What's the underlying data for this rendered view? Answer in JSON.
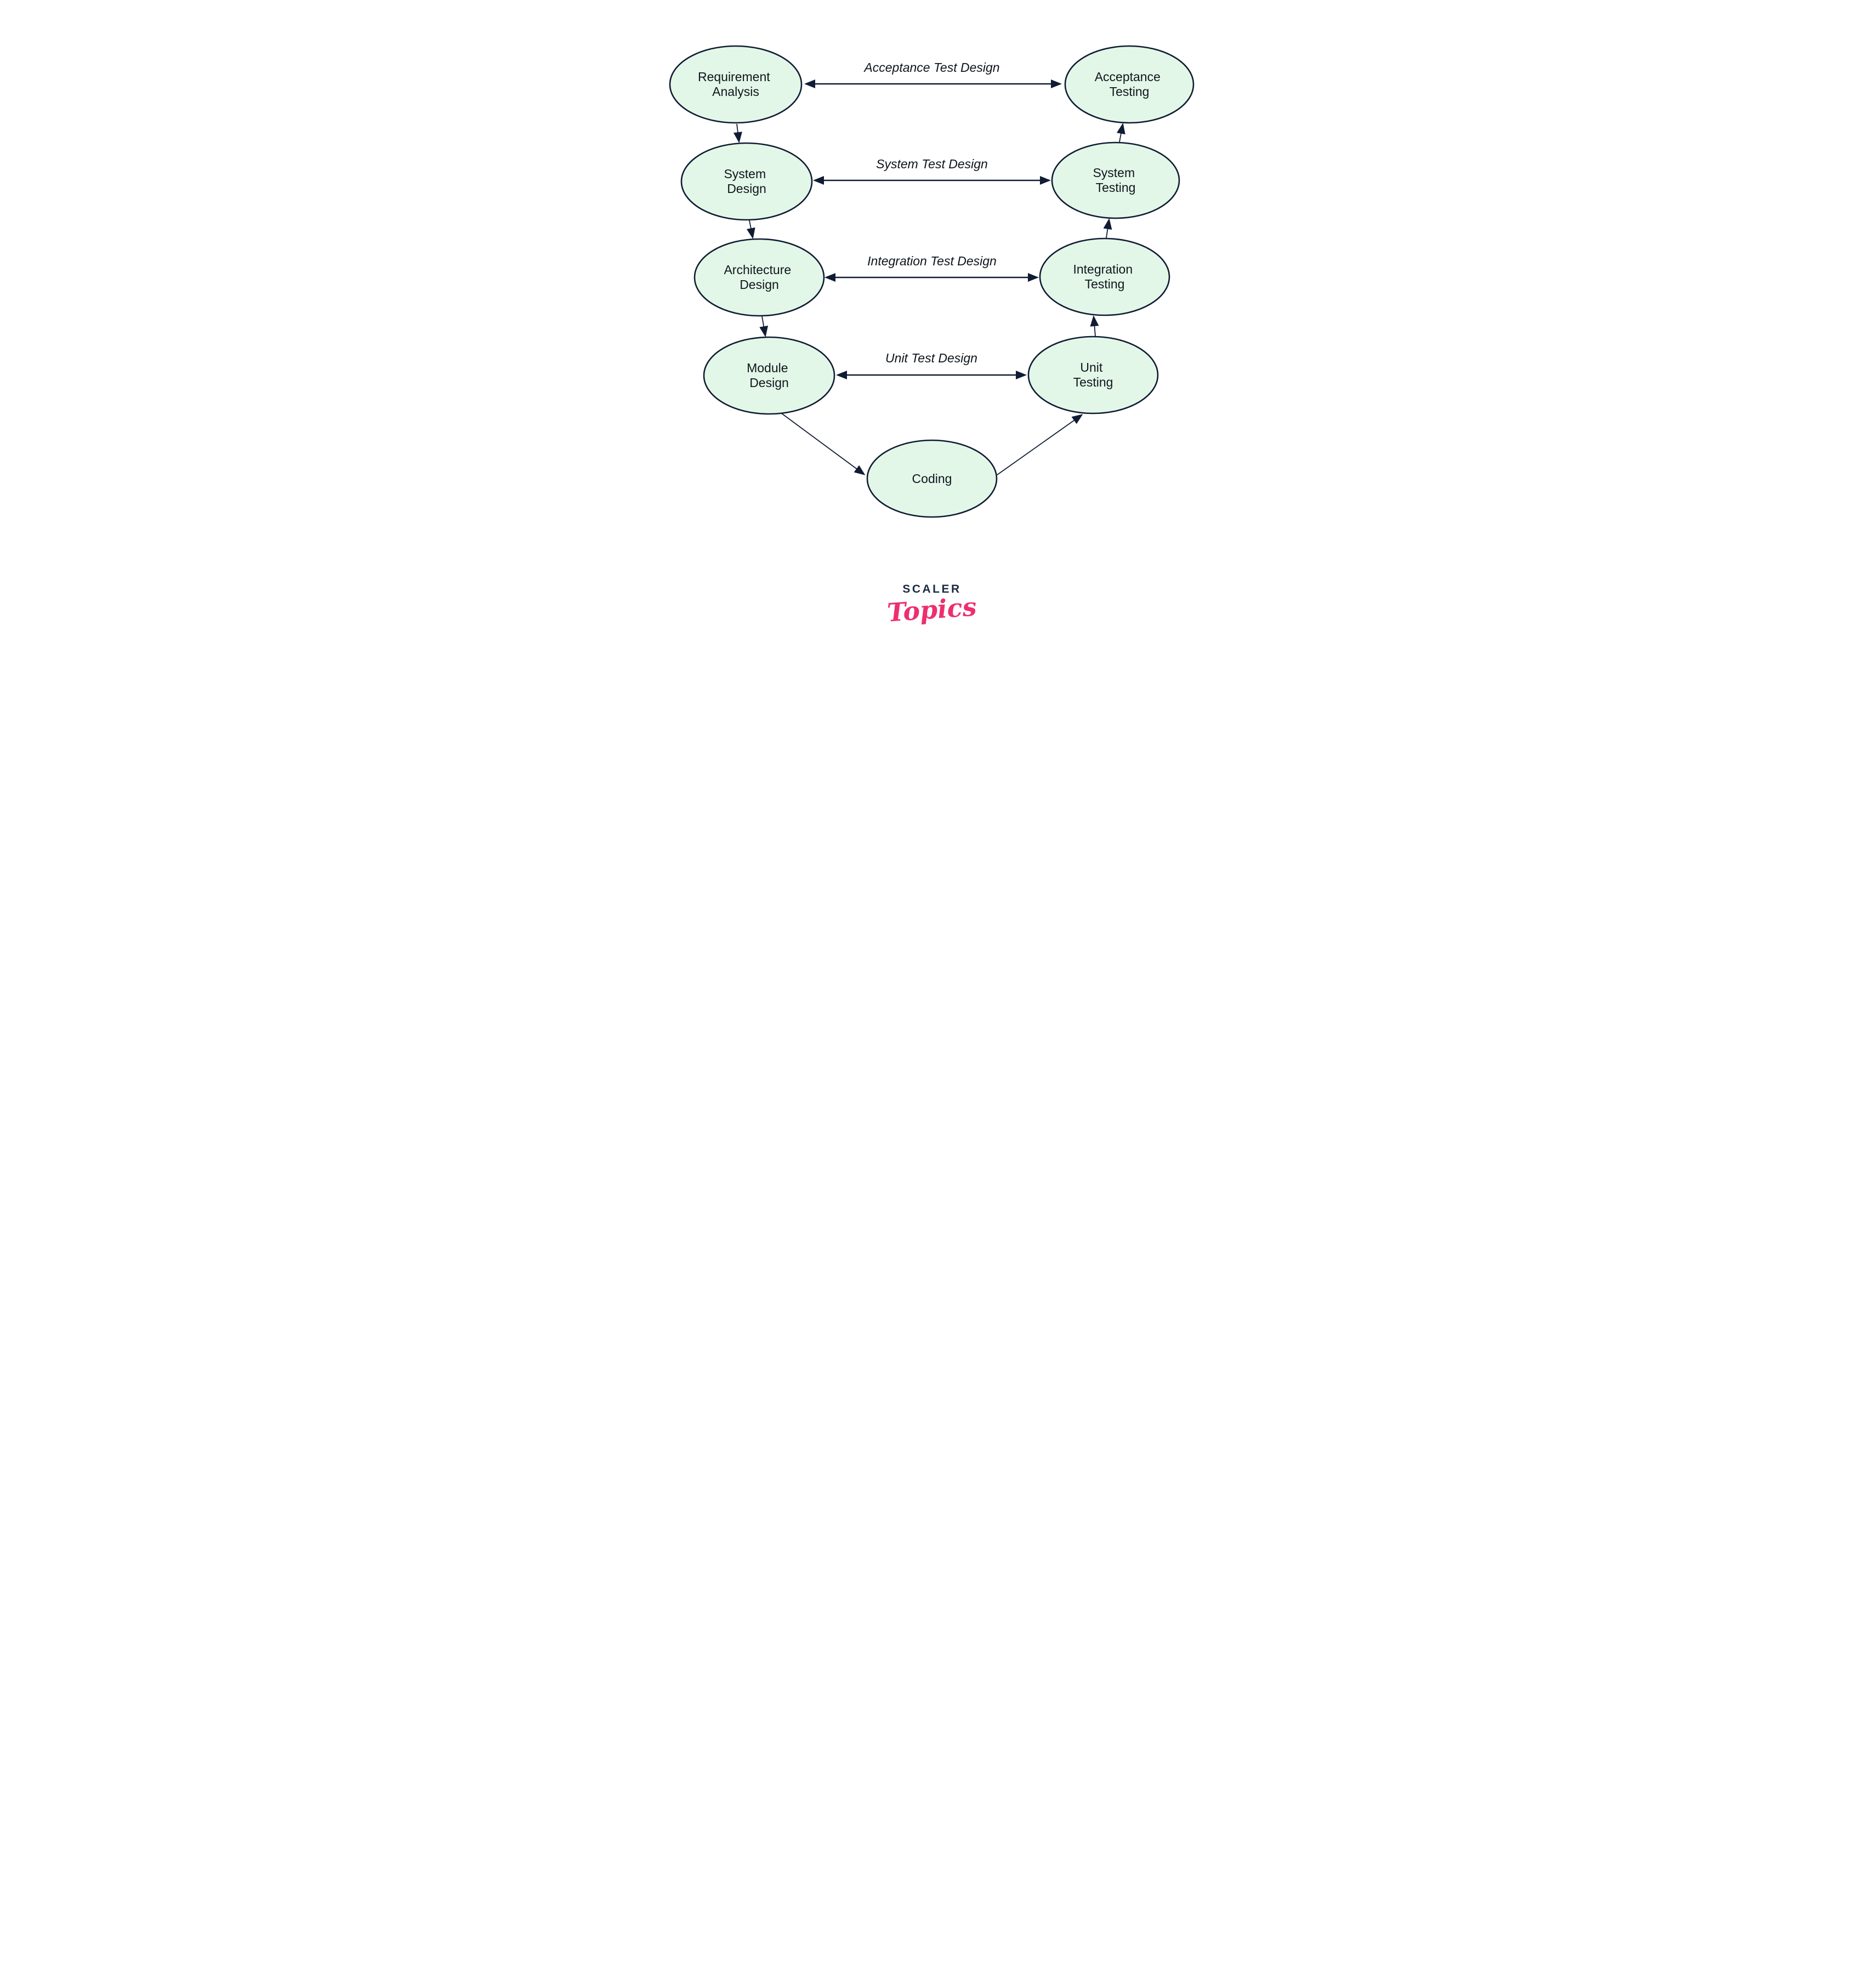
{
  "colors": {
    "node_fill": "#e3f7e8",
    "node_stroke": "#101c33",
    "node_text": "#10151d",
    "edge": "#101c33",
    "edge_label": "#0d141c",
    "brand_navy": "#1b2a42",
    "brand_pink": "#ed2f6f",
    "background": "#ffffff"
  },
  "diagram": {
    "nodes": {
      "requirement_analysis": {
        "lines": [
          "Requirement",
          "Analysis"
        ]
      },
      "system_design": {
        "lines": [
          "System",
          "Design"
        ]
      },
      "architecture_design": {
        "lines": [
          "Architecture",
          "Design"
        ]
      },
      "module_design": {
        "lines": [
          "Module",
          "Design"
        ]
      },
      "coding": {
        "lines": [
          "Coding"
        ]
      },
      "unit_testing": {
        "lines": [
          "Unit",
          "Testing"
        ]
      },
      "integration_testing": {
        "lines": [
          "Integration",
          "Testing"
        ]
      },
      "system_testing": {
        "lines": [
          "System",
          "Testing"
        ]
      },
      "acceptance_testing": {
        "lines": [
          "Acceptance",
          "Testing"
        ]
      }
    },
    "edge_labels": {
      "acceptance_test_design": "Acceptance Test Design",
      "system_test_design": "System Test Design",
      "integration_test_design": "Integration Test Design",
      "unit_test_design": "Unit Test Design"
    }
  },
  "logo": {
    "brand": "SCALER",
    "sub": "Topics"
  }
}
